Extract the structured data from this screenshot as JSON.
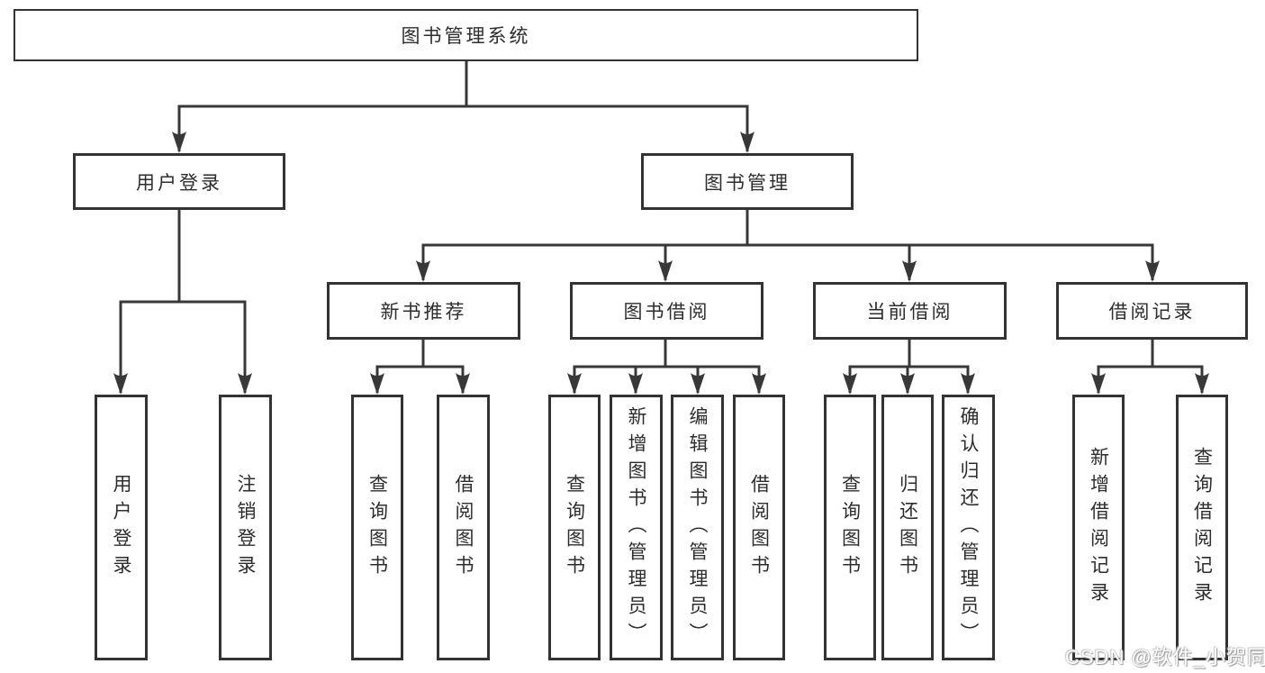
{
  "diagram_title": "图书管理系统",
  "colors": {
    "line": "#383838",
    "box_border": "#333333",
    "box_fill": "#ffffff",
    "text": "#2d2d2d",
    "background": "#ffffff"
  },
  "root": {
    "label": "图书管理系统"
  },
  "level2": [
    {
      "id": "user-login",
      "label": "用户登录"
    },
    {
      "id": "book-mgmt",
      "label": "图书管理"
    }
  ],
  "level3": [
    {
      "id": "new-book-recommend",
      "label": "新书推荐"
    },
    {
      "id": "book-borrow",
      "label": "图书借阅"
    },
    {
      "id": "current-borrow",
      "label": "当前借阅"
    },
    {
      "id": "borrow-records",
      "label": "借阅记录"
    }
  ],
  "leaves": [
    {
      "parent": "user-login",
      "label": "用户登录"
    },
    {
      "parent": "user-login",
      "label": "注销登录"
    },
    {
      "parent": "new-book-recommend",
      "label": "查询图书"
    },
    {
      "parent": "new-book-recommend",
      "label": "借阅图书"
    },
    {
      "parent": "book-borrow",
      "label": "查询图书"
    },
    {
      "parent": "book-borrow",
      "label": "新增图书（管理员）"
    },
    {
      "parent": "book-borrow",
      "label": "编辑图书（管理员）"
    },
    {
      "parent": "book-borrow",
      "label": "借阅图书"
    },
    {
      "parent": "current-borrow",
      "label": "查询图书"
    },
    {
      "parent": "current-borrow",
      "label": "归还图书"
    },
    {
      "parent": "current-borrow",
      "label": "确认归还（管理员）"
    },
    {
      "parent": "borrow-records",
      "label": "新增借阅记录"
    },
    {
      "parent": "borrow-records",
      "label": "查询借阅记录"
    }
  ],
  "watermark": "CSDN @软件_小贺同学"
}
